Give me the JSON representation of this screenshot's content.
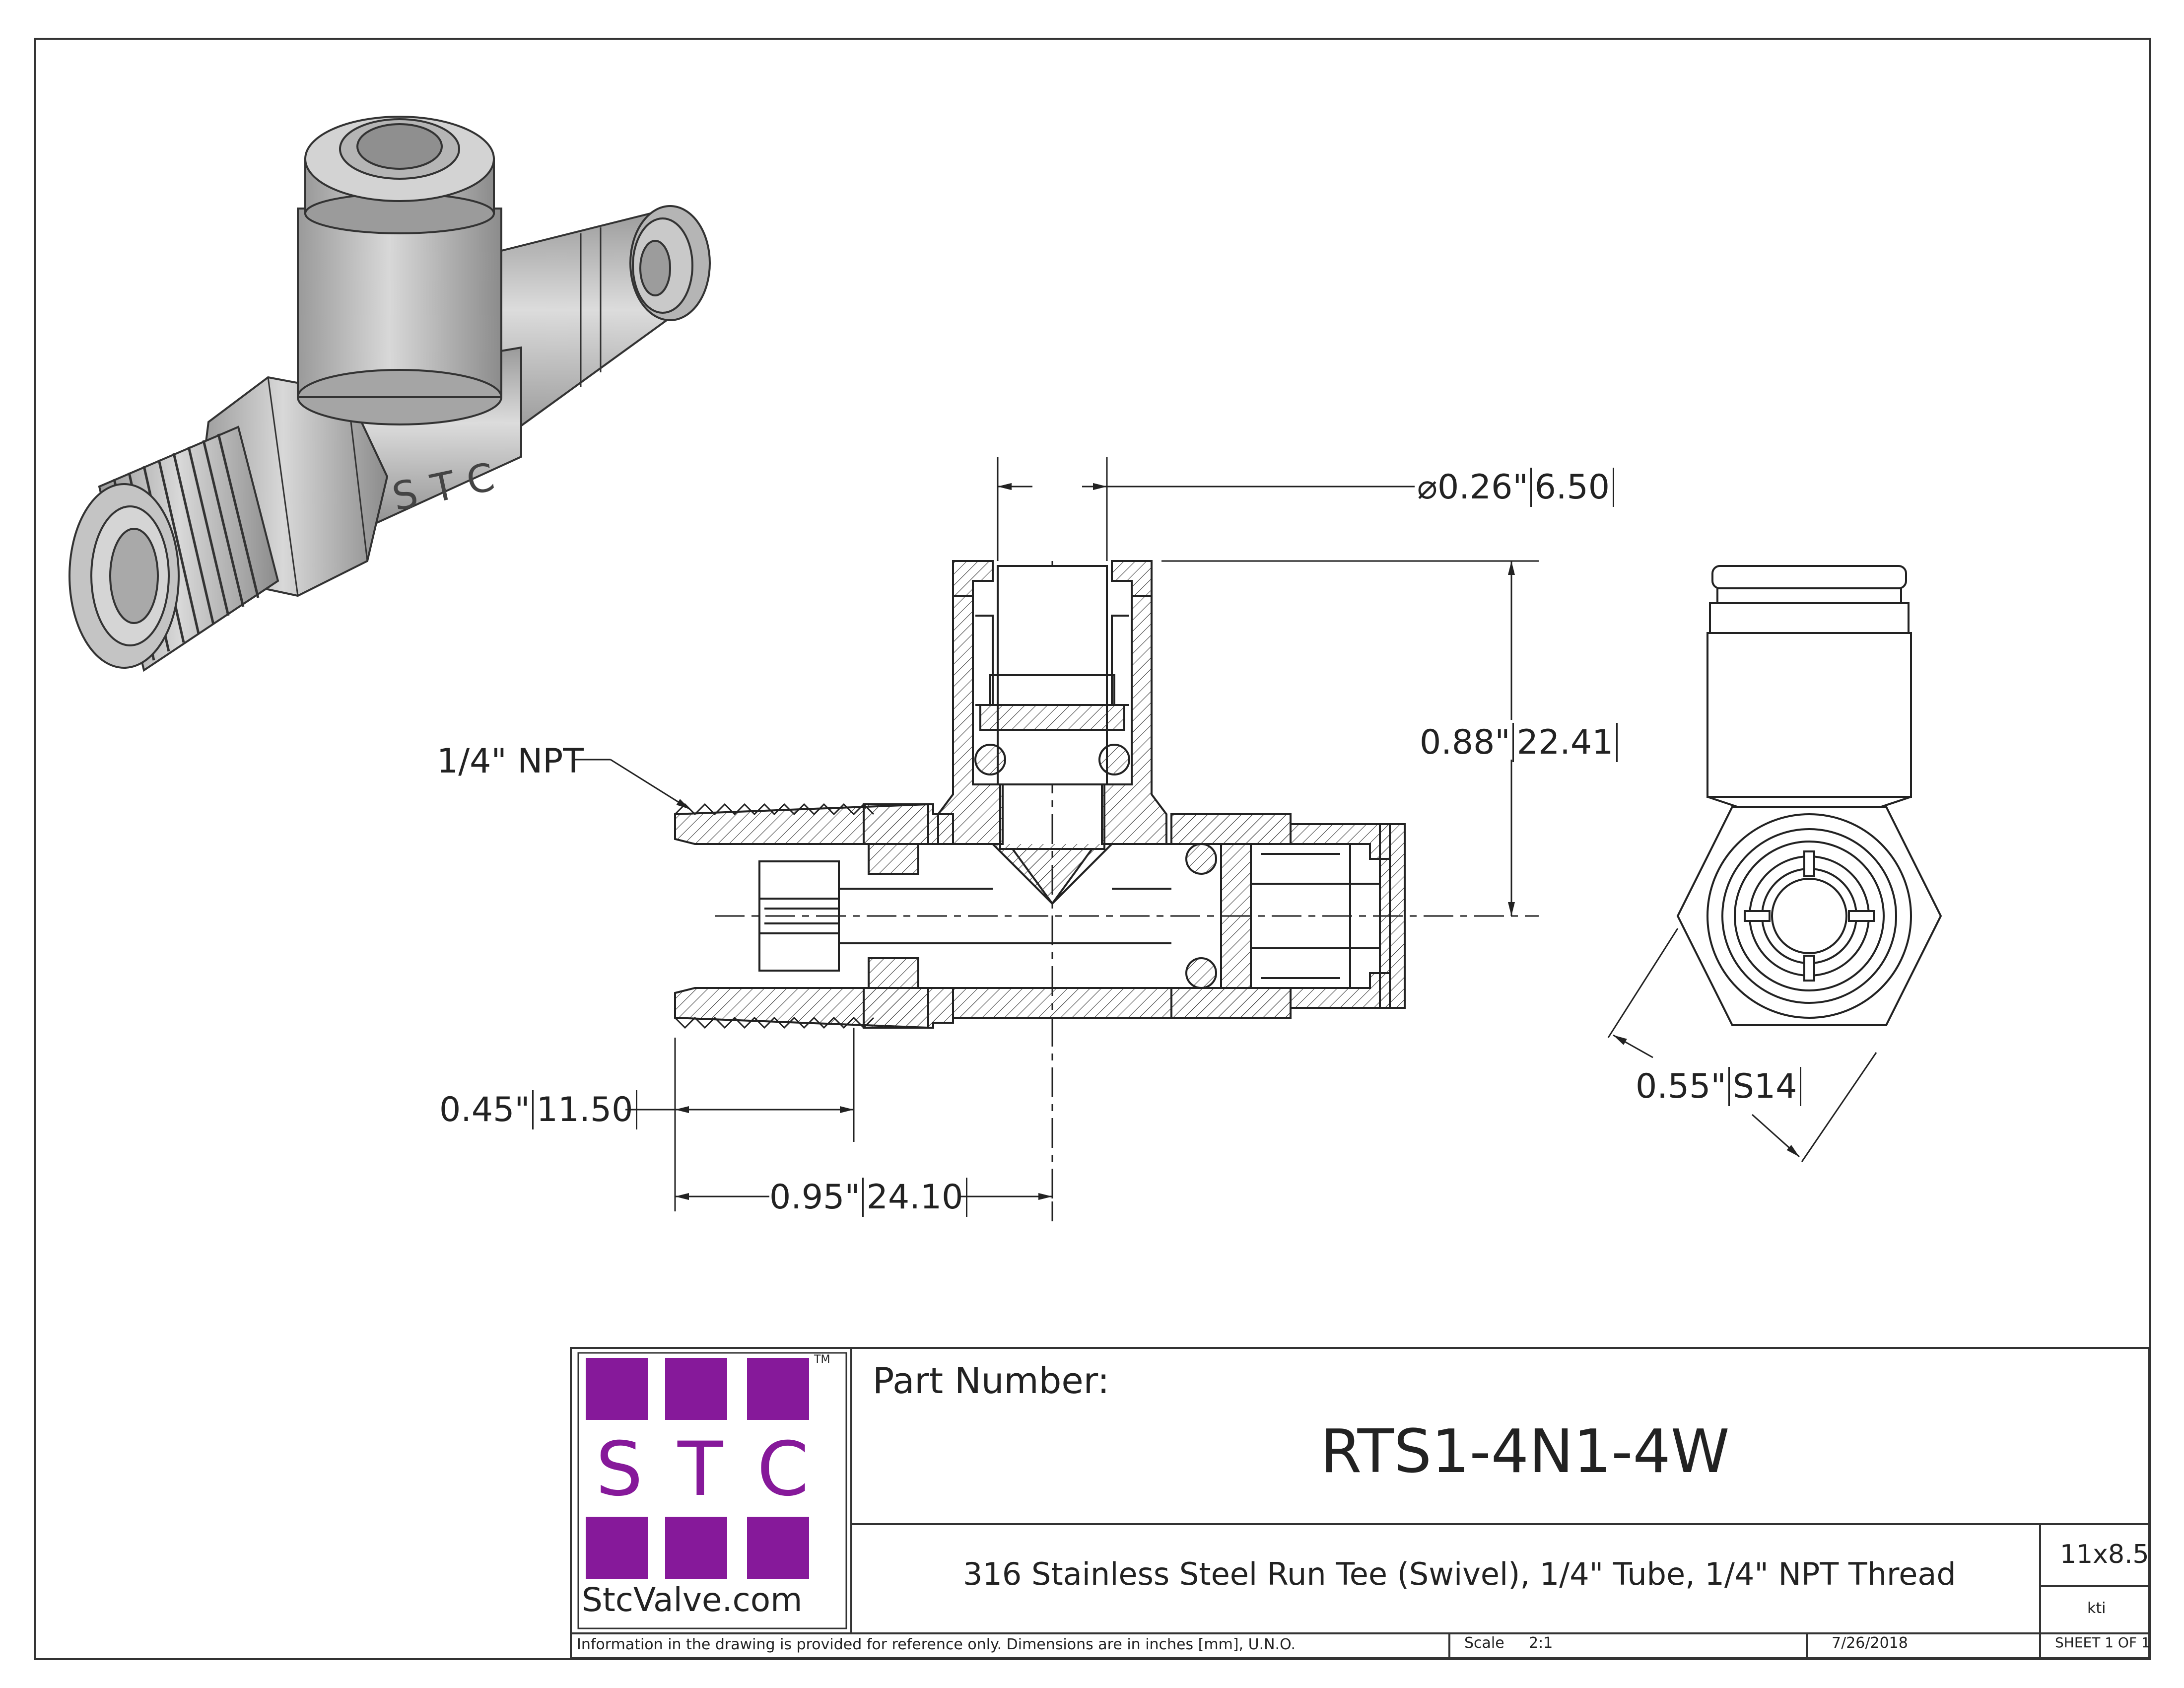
{
  "dimensions": {
    "tube_od": "0.26\"",
    "tube_od_mm": "6.50",
    "height": "0.88\"",
    "height_mm": "22.41",
    "thread_len": "0.45\"",
    "thread_len_mm": "11.50",
    "center_len": "0.95\"",
    "center_len_mm": "24.10",
    "hex": "0.55\"",
    "hex_mm": "S14",
    "thread_callout": "1/4\" NPT"
  },
  "iso_view": {
    "body_marking": "STC"
  },
  "title_block": {
    "logo_text": "STC",
    "logo_letters": [
      "S",
      "T",
      "C"
    ],
    "trademark": "TM",
    "website": "StcValve.com",
    "part_number_label": "Part Number:",
    "part_number": "RTS1-4N1-4W",
    "description": "316 Stainless Steel Run Tee (Swivel), 1/4\" Tube, 1/4\" NPT Thread",
    "sheet_size": "11x8.5",
    "drawn_by": "kti",
    "disclaimer": "Information in the drawing is provided for reference only. Dimensions are in inches [mm], U.N.O.",
    "scale_label": "Scale",
    "scale": "2:1",
    "date": "7/26/2018",
    "sheet": "SHEET 1 OF 1"
  },
  "colors": {
    "logo_purple": "#86199a",
    "line": "#222222"
  }
}
